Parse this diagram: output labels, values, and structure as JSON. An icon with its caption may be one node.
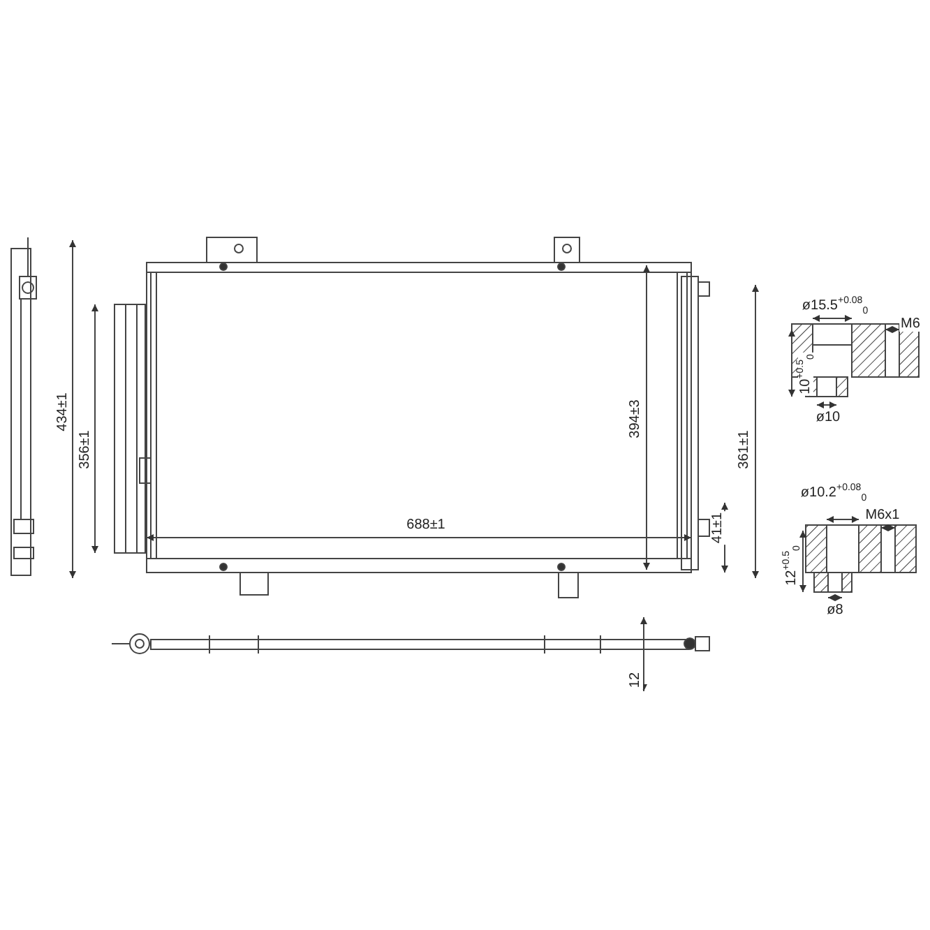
{
  "diagram": {
    "labels": [
      "434±1",
      "356±1",
      "688±1",
      "394±3",
      "361±1",
      "41±1",
      "12",
      "ø15.5$^{+0.08}$$_{0}$",
      "M6",
      "10$^{+0.5}$$_{0}$",
      "ø10",
      "ø10.2$^{+0.08}$$_{0}$",
      "M6x1",
      "12$^{+0.5}$$_{0}$",
      "ø8"
    ]
  }
}
